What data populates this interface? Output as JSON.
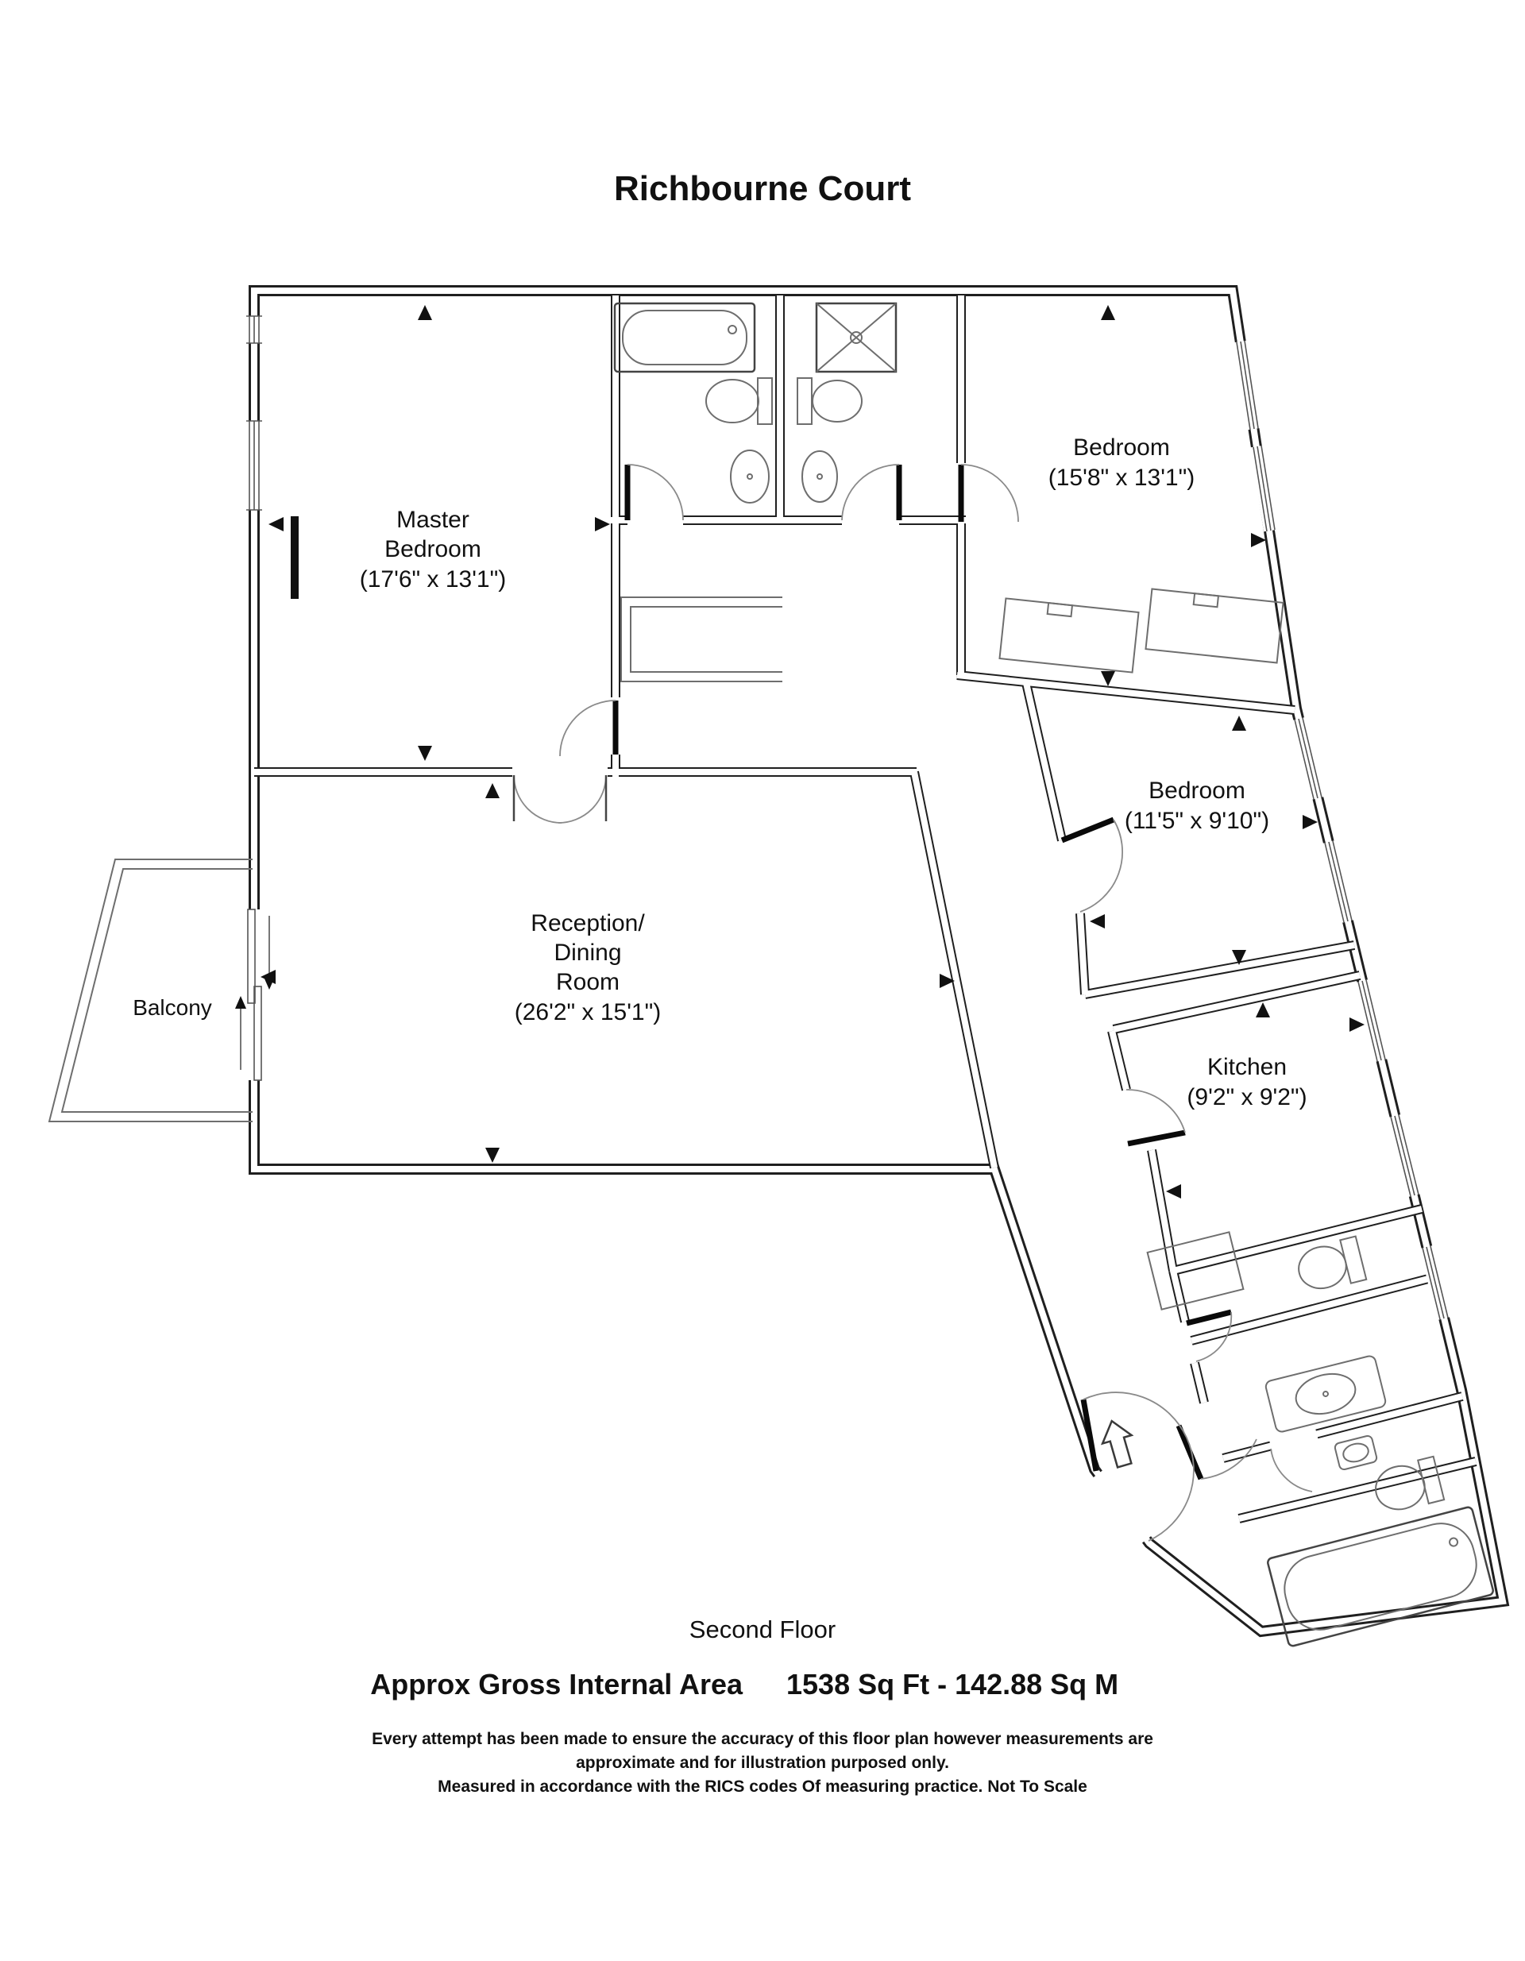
{
  "title": "Richbourne Court",
  "floor_label": "Second Floor",
  "footer": {
    "area_label": "Approx Gross Internal Area",
    "area_value": "1538 Sq Ft  -  142.88 Sq M",
    "disclaimer_line1": "Every attempt has been made to ensure the accuracy of this floor plan however measurements are",
    "disclaimer_line2": "approximate and for illustration purposed only.",
    "disclaimer_line3": "Measured in accordance with the RICS codes Of measuring practice. Not To Scale"
  },
  "rooms": {
    "master_bedroom": {
      "name_line1": "Master",
      "name_line2": "Bedroom",
      "dimensions": "(17'6\" x 13'1\")"
    },
    "bedroom_top": {
      "name": "Bedroom",
      "dimensions": "(15'8\" x 13'1\")"
    },
    "bedroom_mid": {
      "name": "Bedroom",
      "dimensions": "(11'5\" x 9'10\")"
    },
    "reception": {
      "name_line1": "Reception/",
      "name_line2": "Dining",
      "name_line3": "Room",
      "dimensions": "(26'2\" x 15'1\")"
    },
    "kitchen": {
      "name": "Kitchen",
      "dimensions": "(9'2\" x 9'2\")"
    },
    "balcony": {
      "name": "Balcony"
    }
  },
  "icons": {
    "fixtures": [
      "bathtub-icon",
      "shower-icon",
      "toilet-icon",
      "sink-icon",
      "wardrobe-icon",
      "entrance-arrow-icon",
      "sliding-door-icon"
    ],
    "markers": [
      "measure-arrow-icon"
    ]
  },
  "colors": {
    "wall": "#1f1f1f",
    "fixture": "#6e6e6e",
    "door_leaf": "#0a0a0a",
    "background": "#ffffff"
  }
}
